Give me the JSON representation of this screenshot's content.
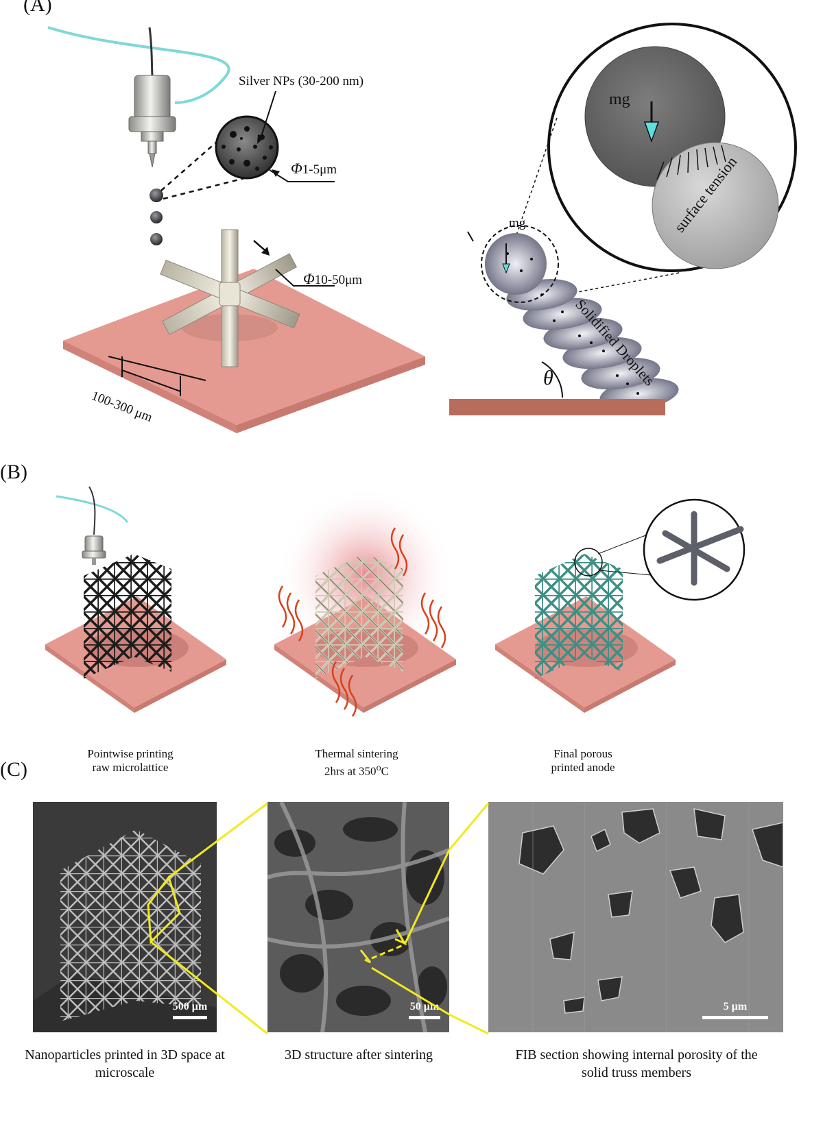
{
  "panels": {
    "a": {
      "label": "(A)",
      "silver_nps": "Silver NPs (30-200 nm)",
      "droplet_diameter": "1-5μm",
      "strut_diameter": "10-50μm",
      "phi_symbol": "Φ",
      "pitch": "100-300 μm",
      "mg_inset": "mg",
      "surface_tension": "surface tension",
      "mg_droplet": "mg",
      "solidified_droplets": "Solidified Droplets",
      "angle": "θ"
    },
    "b": {
      "label": "(B)",
      "step1_line1": "Pointwise printing",
      "step1_line2": "raw microlattice",
      "step2_line1": "Thermal sintering",
      "step2_line2": "2hrs at 350",
      "step2_super": "o",
      "step2_unit": "C",
      "step3_line1": "Final porous",
      "step3_line2": "printed anode"
    },
    "c": {
      "label": "(C)",
      "scale1": "500 μm",
      "scale2": "50 μm",
      "scale3": "5 μm",
      "caption1": "Nanoparticles printed in 3D space at microscale",
      "caption2": "3D structure after sintering",
      "caption3": "FIB section showing internal porosity of the solid truss members"
    }
  },
  "colors": {
    "substrate": "#e59a91",
    "substrate_edge": "#d08278",
    "base_bar": "#b86d5c",
    "cable": "#7fd8d8",
    "highlight_yellow": "#f2ea1c",
    "lattice_raw": "#222222",
    "lattice_sintered": "#cfc9b4",
    "lattice_final": "#3d8f85",
    "heat_glow": "#e5737a",
    "heat_waves": "#d8421b"
  }
}
